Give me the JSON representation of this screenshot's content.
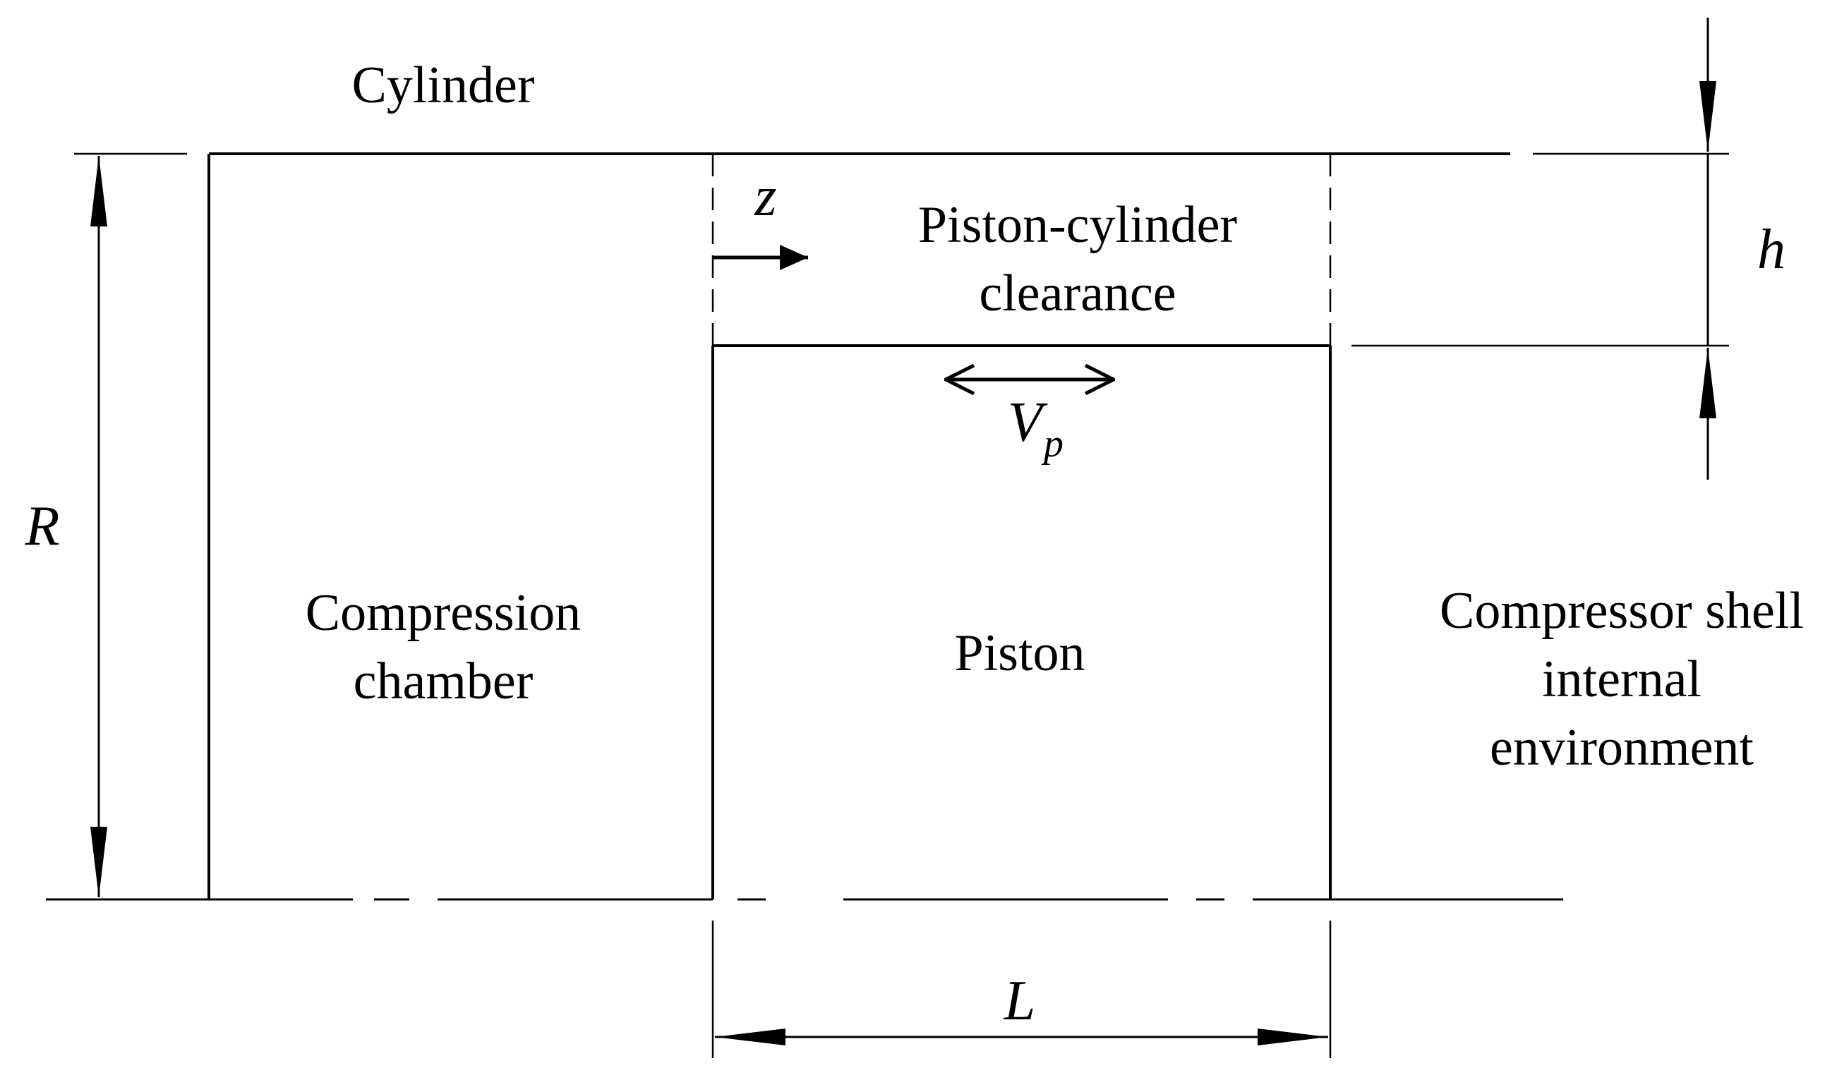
{
  "labels": {
    "cylinder": "Cylinder",
    "clearance_line1": "Piston-cylinder",
    "clearance_line2": "clearance",
    "compression_line1": "Compression",
    "compression_line2": "chamber",
    "piston": "Piston",
    "shell_line1": "Compressor shell",
    "shell_line2": "internal",
    "shell_line3": "environment"
  },
  "symbols": {
    "z": "z",
    "h": "h",
    "R": "R",
    "L": "L",
    "Vp_main": "V",
    "Vp_sub": "p"
  },
  "colors": {
    "stroke": "#000000",
    "background": "#ffffff"
  }
}
